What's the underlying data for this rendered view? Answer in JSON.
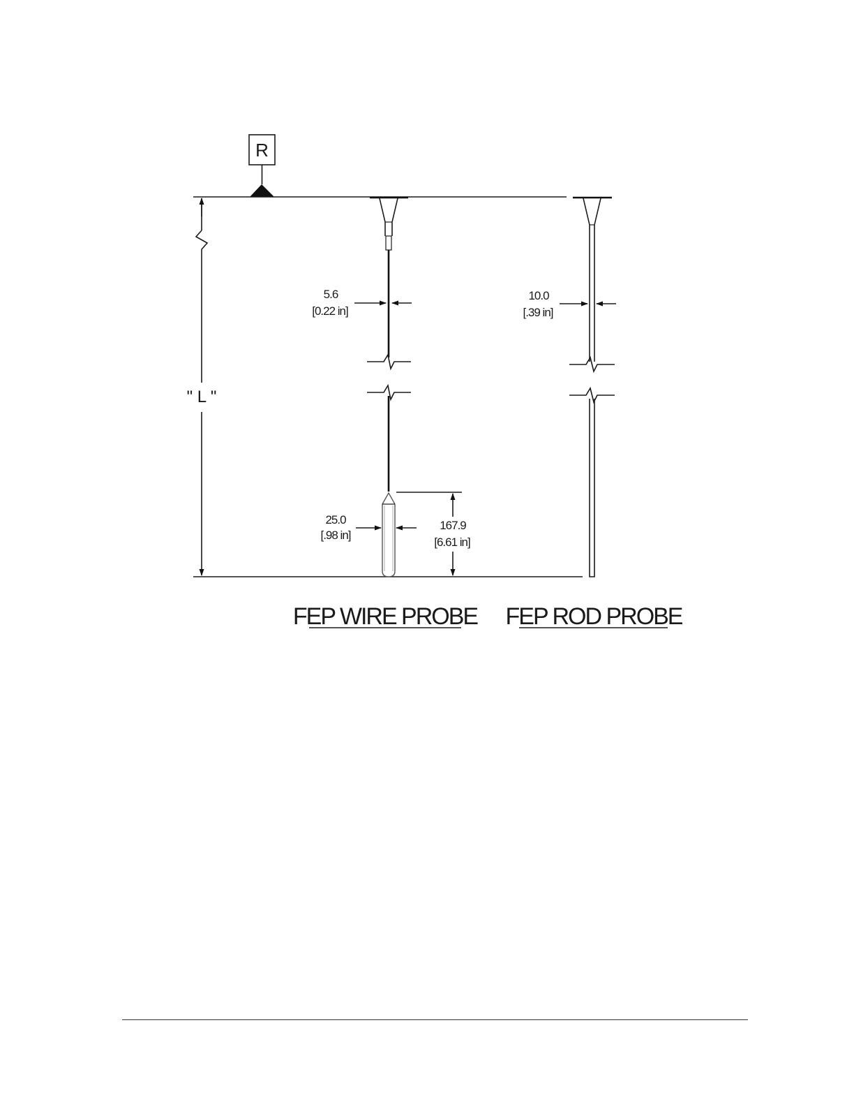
{
  "reference": {
    "label": "R"
  },
  "length_label": "\" L \"",
  "wire_probe": {
    "title": "FEP WIRE PROBE",
    "wire_dim": {
      "metric": "5.6",
      "imperial": "[0.22 in]"
    },
    "weight_dia": {
      "metric": "25.0",
      "imperial": "[.98 in]"
    },
    "weight_len": {
      "metric": "167.9",
      "imperial": "[6.61 in]"
    }
  },
  "rod_probe": {
    "title": "FEP ROD PROBE",
    "rod_dim": {
      "metric": "10.0",
      "imperial": "[.39 in]"
    }
  }
}
